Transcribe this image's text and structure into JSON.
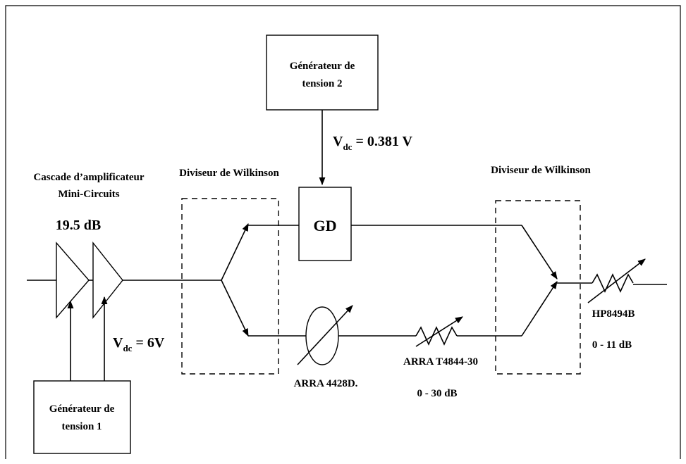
{
  "generator2": {
    "line1": "Générateur de",
    "line2": "tension 2"
  },
  "vdc2": {
    "symbol": "V",
    "subscript": "dc",
    "value": " = 0.381 V"
  },
  "amplifier": {
    "line1": "Cascade d’amplificateur",
    "line2": "Mini-Circuits",
    "gain": "19.5 dB"
  },
  "divider_left": {
    "label": "Diviseur de Wilkinson"
  },
  "divider_right": {
    "label": "Diviseur de Wilkinson"
  },
  "gd": {
    "label": "GD"
  },
  "vdc1": {
    "symbol": "V",
    "subscript": "dc",
    "value": " = 6V"
  },
  "generator1": {
    "line1": "Générateur de",
    "line2": "tension 1"
  },
  "phase_shifter": {
    "label": "ARRA 4428D."
  },
  "attenuator_mid": {
    "label": "ARRA T4844-30",
    "range": "0 - 30 dB"
  },
  "attenuator_out": {
    "label": "HP8494B",
    "range": "0 - 11 dB"
  }
}
